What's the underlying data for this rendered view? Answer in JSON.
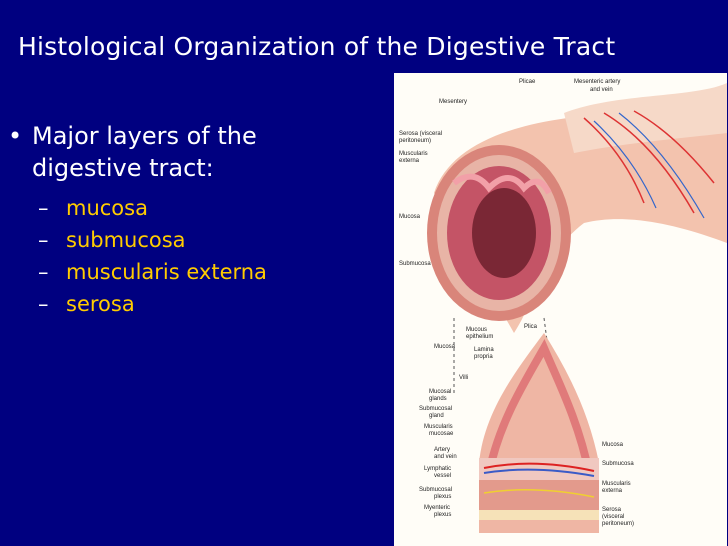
{
  "slide": {
    "title": "Histological Organization of the Digestive Tract",
    "bullet": "Major layers of the digestive tract:",
    "layers": [
      "mucosa",
      "submucosa",
      "muscularis externa",
      "serosa"
    ]
  },
  "figure": {
    "labels": {
      "plicae": "Plicae",
      "mesenteric_artery": "Mesenteric artery",
      "and_vein": "and vein",
      "mesentery": "Mesentery",
      "serosa_visceral": "Serosa (visceral",
      "peritoneum": "peritoneum)",
      "muscularis": "Muscularis",
      "externa": "externa",
      "mucosa": "Mucosa",
      "submucosa": "Submucosa",
      "mucous": "Mucous",
      "epithelium": "epithelium",
      "plica": "Plica",
      "lamina": "Lamina",
      "propria": "propria",
      "villi": "Villi",
      "mucosal": "Mucosal",
      "glands": "glands",
      "submucosal": "Submucosal",
      "gland": "gland",
      "mucosae": "mucosae",
      "artery": "Artery",
      "lymphatic": "Lymphatic",
      "vessel": "vessel",
      "plexus": "plexus",
      "myenteric": "Myenteric",
      "serosa": "Serosa",
      "visceral": "(visceral",
      "muscularis_r": "Muscularis",
      "externa_r": "externa",
      "mucosa_r": "Mucosa",
      "submucosa_r": "Submucosa"
    }
  }
}
